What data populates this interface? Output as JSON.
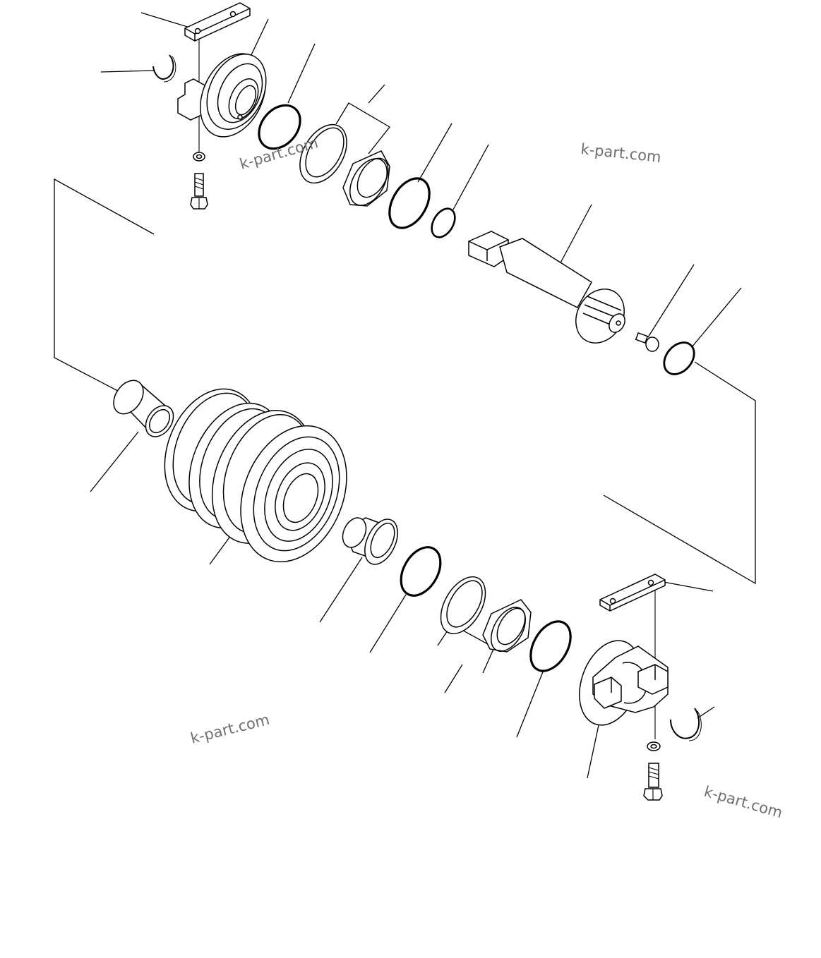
{
  "diagram": {
    "watermarks": [
      "k-part.com",
      "k-part.com",
      "k-part.com",
      "k-part.com"
    ]
  }
}
